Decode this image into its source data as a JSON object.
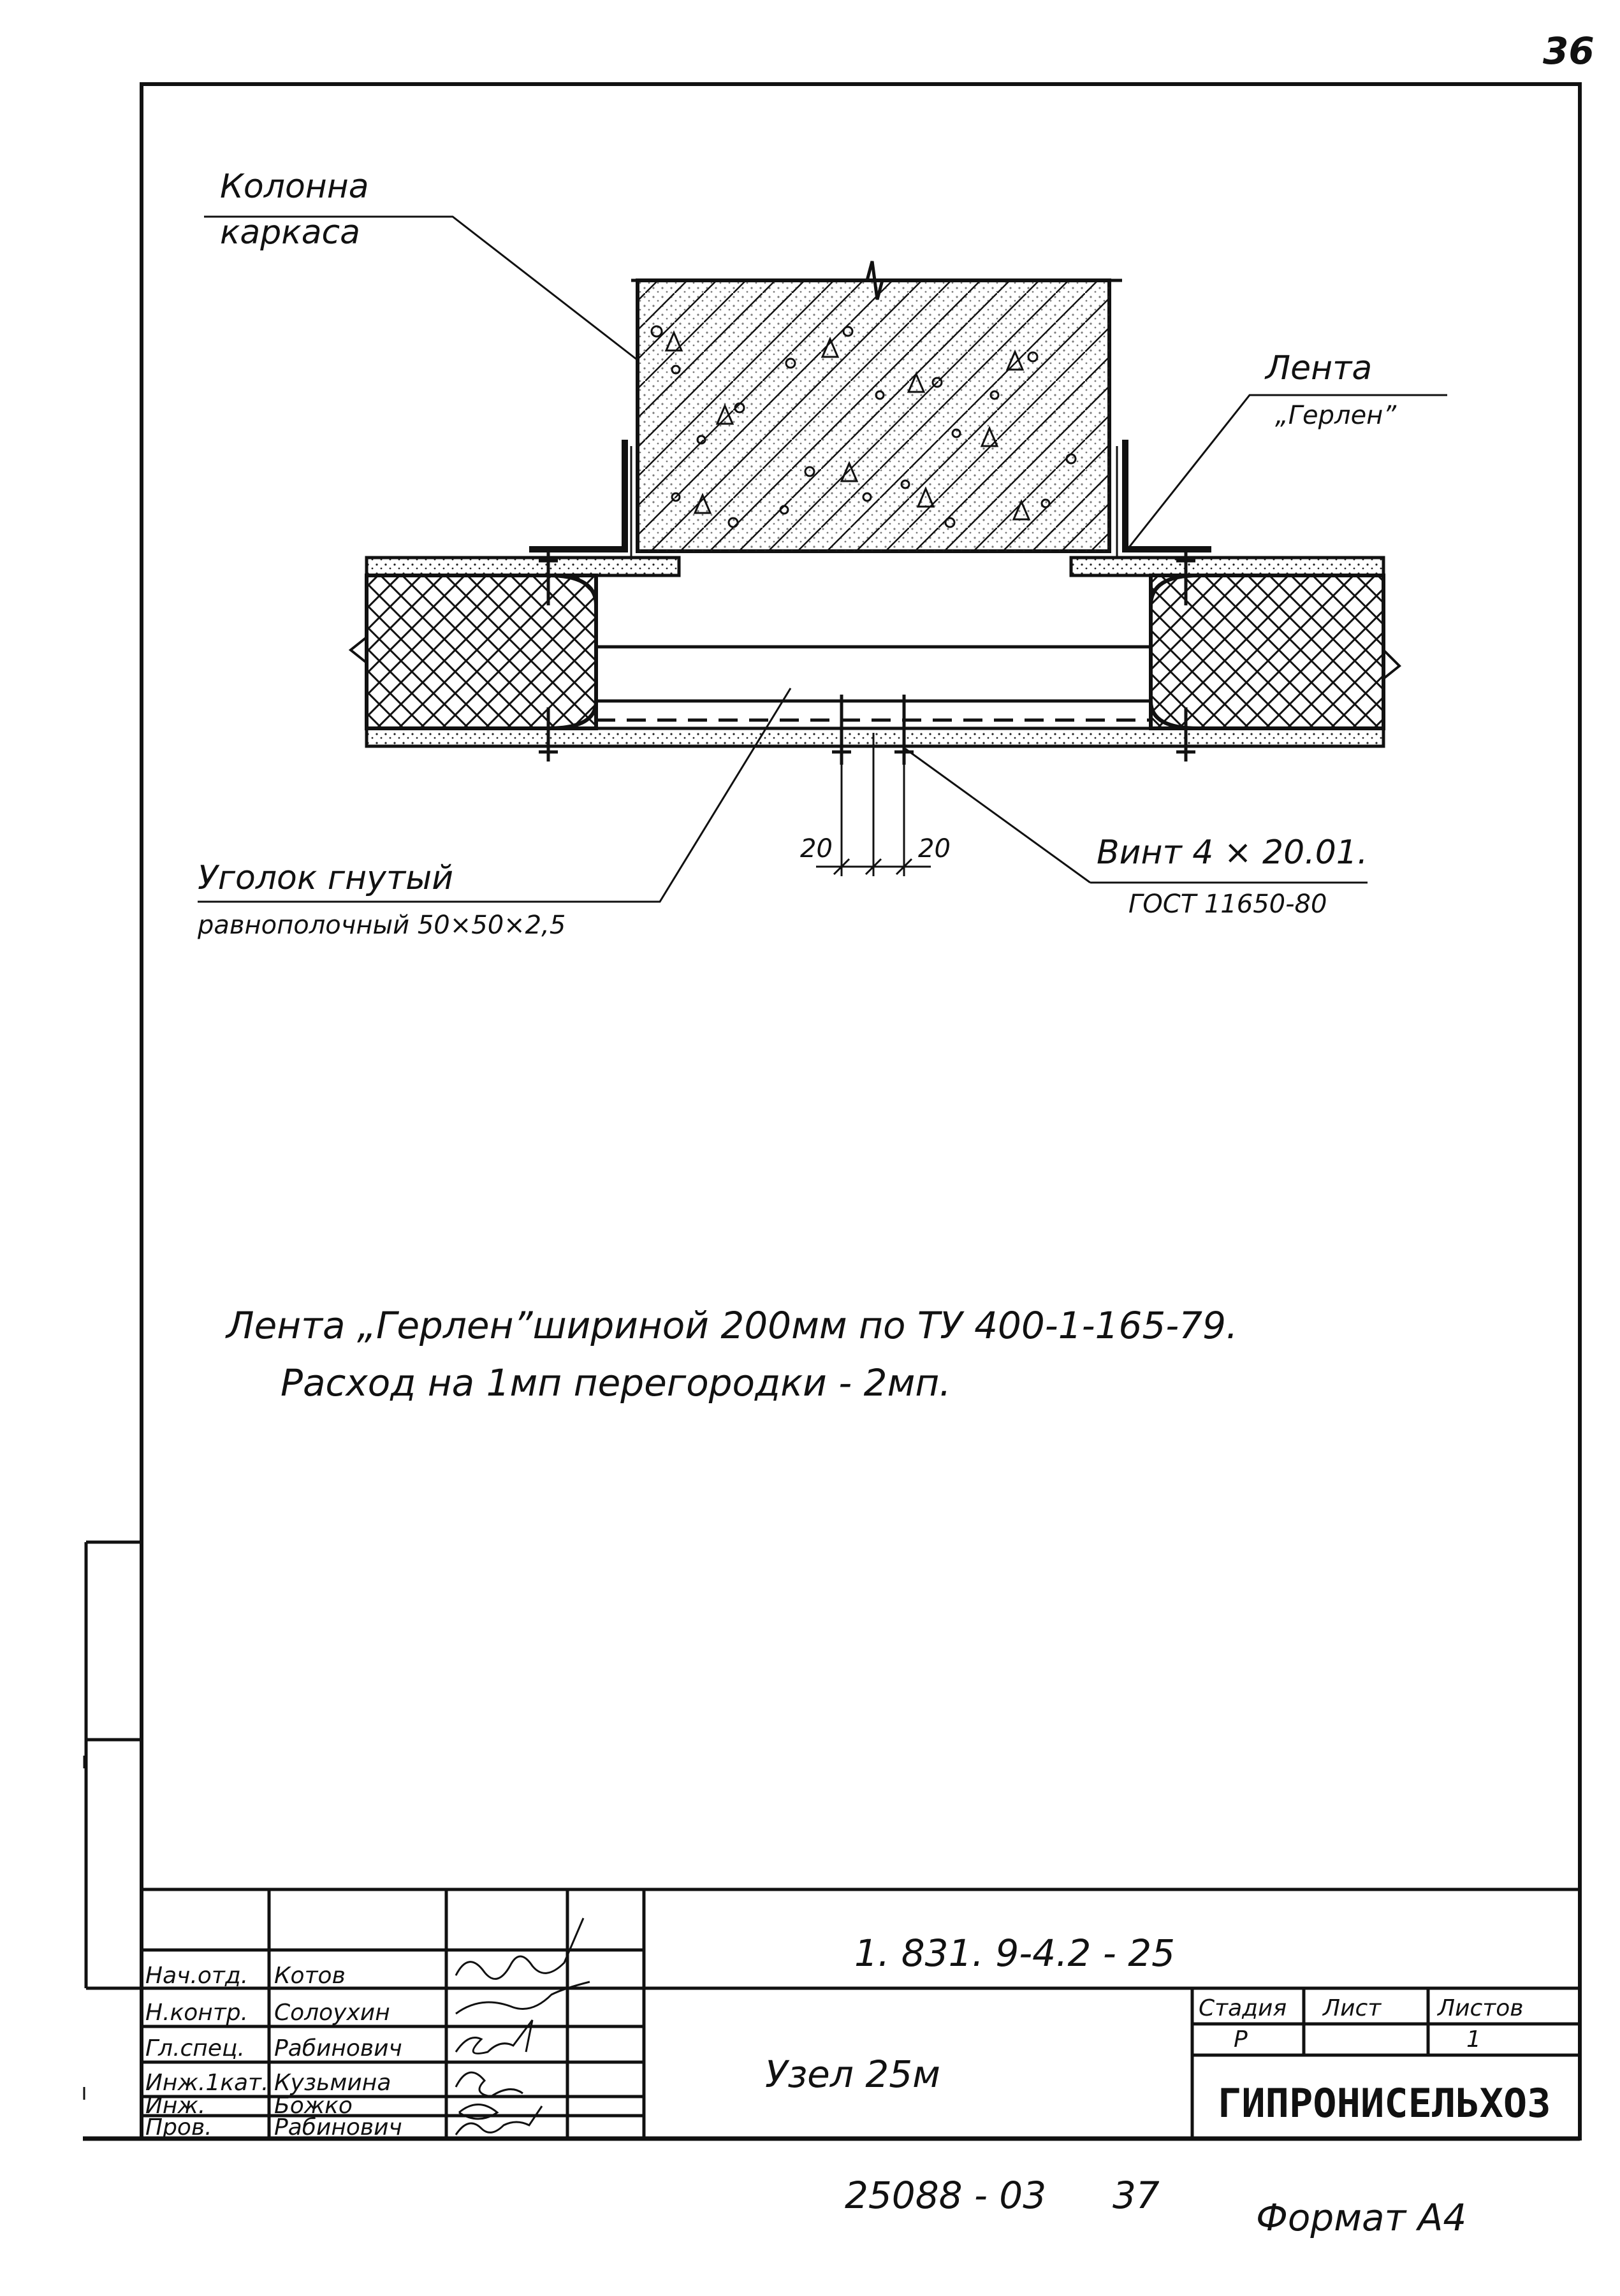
{
  "page_number": "36",
  "labels": {
    "column_line1": "Колонна",
    "column_line2": "каркаса",
    "tape_line1": "Лента",
    "tape_line2": "„Герлен”",
    "angle_line1": "Уголок  гнутый",
    "angle_line2": "равнополочный 50×50×2,5",
    "screw_line1": "Винт 4 × 20.01.",
    "screw_line2": "ГОСТ 11650-80",
    "dim_left": "20",
    "dim_right": "20"
  },
  "notes": {
    "line1": "Лента „Герлен”шириной 200мм по  ТУ 400-1-165-79.",
    "line2": "Расход на 1мп  перегородки - 2мп."
  },
  "title_block": {
    "doc_code": "1. 831. 9-4.2 - 25",
    "title": "Узел 25м",
    "org": "ГИПРОНИСЕЛЬХОЗ",
    "stage_header": "Стадия",
    "sheet_header": "Лист",
    "sheets_header": "Листов",
    "stage_value": "Р",
    "sheet_value": "",
    "sheets_value": "1",
    "roles": [
      {
        "role": "Нач.отд.",
        "name": "Котов"
      },
      {
        "role": "Н.контр.",
        "name": "Солоухин"
      },
      {
        "role": "Гл.спец.",
        "name": "Рабинович"
      },
      {
        "role": "Инж.1кат.",
        "name": "Кузьмина"
      },
      {
        "role": "Инж.",
        "name": "Божко"
      },
      {
        "role": "Пров.",
        "name": "Рабинович"
      }
    ]
  },
  "footer": {
    "inventory": "25088 - 03",
    "page": "37",
    "format": "Формат А4"
  }
}
